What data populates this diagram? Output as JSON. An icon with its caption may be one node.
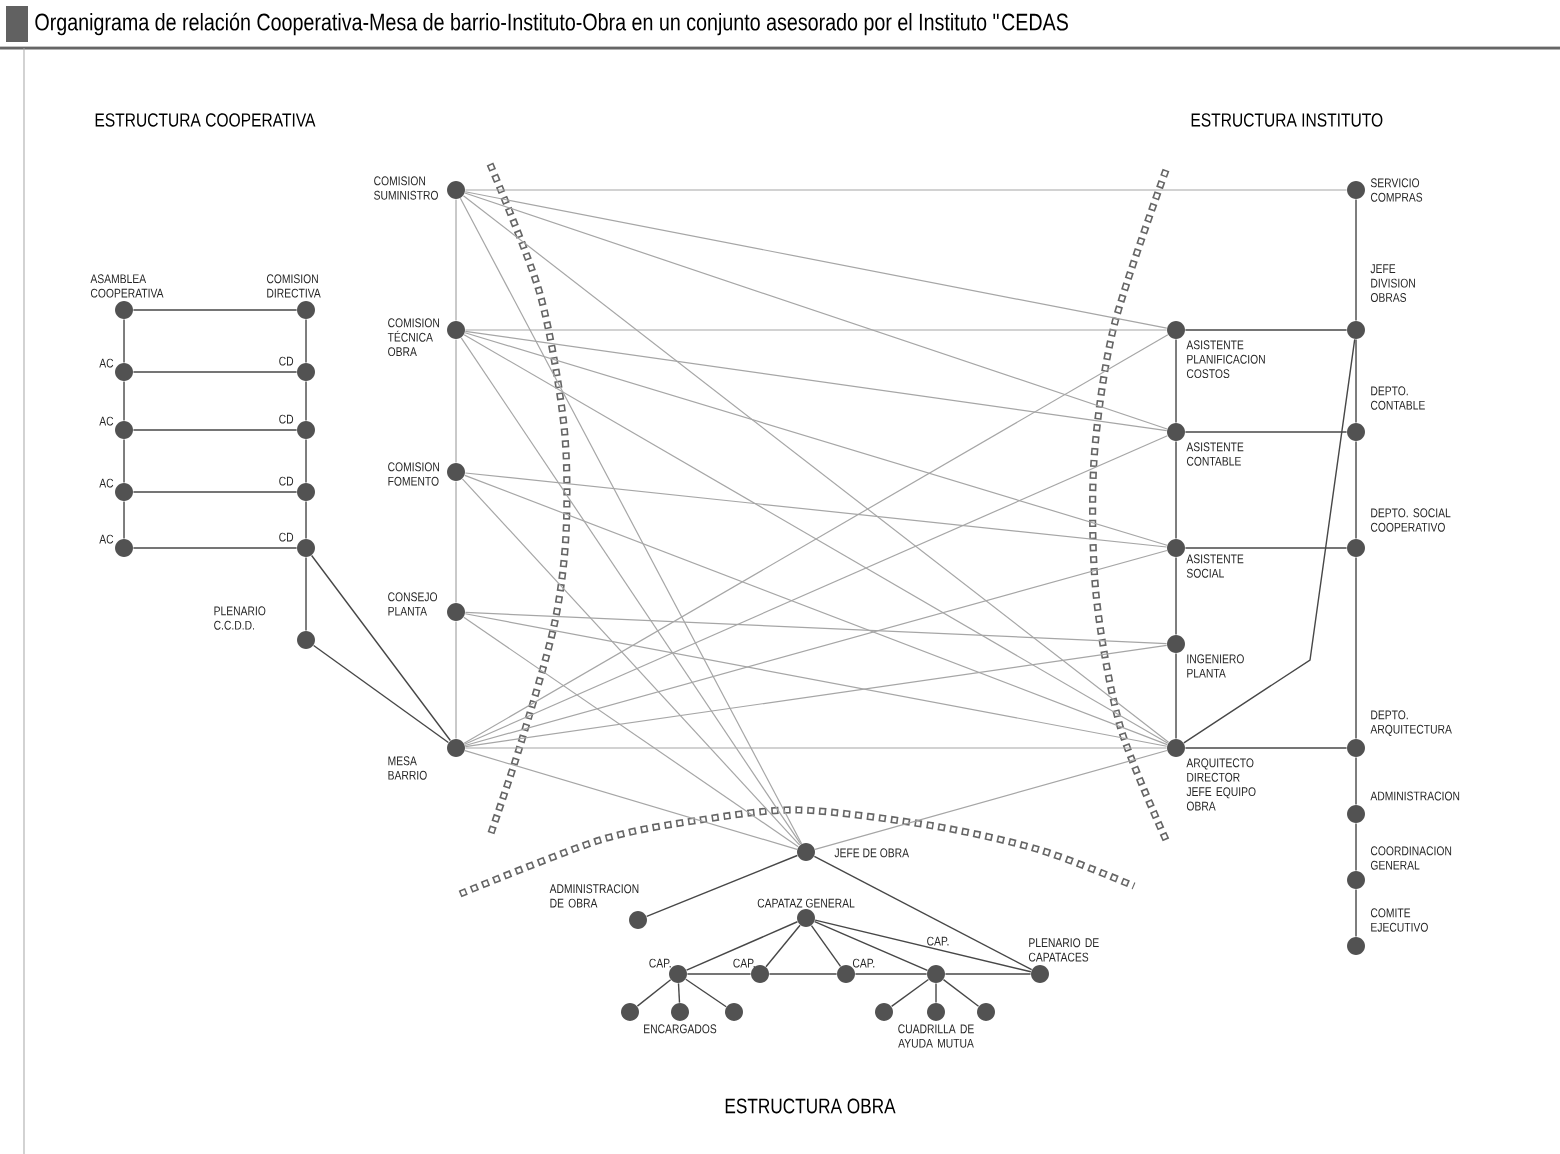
{
  "diagram": {
    "title": "Organigrama de relación Cooperativa-Mesa de barrio-Instituto-Obra en un conjunto asesorado por el Instituto \"CEDAS",
    "nodes": [
      {
        "text": [
          "ASAMBLEA COOPERATIVA"
        ]
      },
      {
        "text": [
          "COMISION DIRECTIVA"
        ]
      },
      {
        "text": [
          "AC"
        ]
      },
      {
        "text": [
          "CD"
        ]
      },
      {
        "text": [
          "AC"
        ]
      },
      {
        "text": [
          "CD"
        ]
      },
      {
        "text": [
          "AC"
        ]
      },
      {
        "text": [
          "CD"
        ]
      },
      {
        "text": [
          "AC"
        ]
      },
      {
        "text": [
          "CD"
        ]
      },
      {
        "text": [
          "PLENARIO C.C.D.D."
        ]
      },
      {
        "text": [
          "COMISION SUMINISTRO"
        ]
      },
      {
        "text": [
          "COMISION TÉCNICA OBRA"
        ]
      },
      {
        "text": [
          "COMISION FOMENTO"
        ]
      },
      {
        "text": [
          "CONSEJO PLANTA"
        ]
      },
      {
        "text": [
          "MESA BARRIO"
        ]
      },
      {
        "text": [
          "ASISTENTE PLANIFICACION COSTOS"
        ]
      },
      {
        "text": [
          "ASISTENTE CONTABLE"
        ]
      },
      {
        "text": [
          "ASISTENTE SOCIAL"
        ]
      },
      {
        "text": [
          "INGENIERO PLANTA"
        ]
      },
      {
        "text": [
          "ARQUITECTO DIRECTOR JEFE EQUIPO OBRA"
        ]
      },
      {
        "text": [
          "SERVICIO COMPRAS"
        ]
      },
      {
        "text": [
          "JEFE DIVISION OBRAS"
        ]
      },
      {
        "text": [
          "DEPTO. CONTABLE"
        ]
      },
      {
        "text": [
          "DEPTO. SOCIAL COOPERATIVO"
        ]
      },
      {
        "text": [
          "DEPTO. ARQUITECTURA"
        ]
      },
      {
        "text": [
          "ADMINISTRACION"
        ]
      },
      {
        "text": [
          "COORDINACION GENERAL"
        ]
      },
      {
        "text": [
          "COMITE EJECUTIVO"
        ]
      },
      {
        "text": [
          "JEFE DE OBRA"
        ]
      },
      {
        "text": [
          "ADMINISTRACION DE OBRA"
        ]
      },
      {
        "text": [
          "CAPATAZ GENERAL"
        ]
      },
      {
        "text": [
          "CAP."
        ]
      },
      {
        "text": [
          "CAP."
        ]
      },
      {
        "text": [
          "CAP."
        ]
      },
      {
        "text": [
          "CAP."
        ]
      },
      {
        "text": [
          "PLENARIO DE CAPATACES"
        ]
      },
      {
        "text": [],
        "shape": "circle"
      },
      {
        "text": [],
        "shape": "circle",
        "beside": [
          "ENCARGADOS"
        ]
      },
      {
        "text": [],
        "shape": "circle"
      },
      {
        "text": [],
        "shape": "circle"
      },
      {
        "text": [],
        "shape": "circle",
        "beside": [
          "CUADRILLA DE AYUDA MUTUA"
        ]
      },
      {
        "text": [],
        "shape": "circle"
      }
    ],
    "edges": [
      {
        "from": 0,
        "to": 1,
        "arrow": "none"
      },
      {
        "from": 2,
        "to": 3,
        "arrow": "none"
      },
      {
        "from": 4,
        "to": 5,
        "arrow": "none"
      },
      {
        "from": 6,
        "to": 7,
        "arrow": "none"
      },
      {
        "from": 8,
        "to": 9,
        "arrow": "none"
      },
      {
        "from": 0,
        "to": 2,
        "arrow": "none"
      },
      {
        "from": 2,
        "to": 4,
        "arrow": "none"
      },
      {
        "from": 4,
        "to": 6,
        "arrow": "none"
      },
      {
        "from": 6,
        "to": 8,
        "arrow": "none"
      },
      {
        "from": 1,
        "to": 3,
        "arrow": "none"
      },
      {
        "from": 3,
        "to": 5,
        "arrow": "none"
      },
      {
        "from": 5,
        "to": 7,
        "arrow": "none"
      },
      {
        "from": 7,
        "to": 9,
        "arrow": "none"
      },
      {
        "from": 9,
        "to": 10,
        "arrow": "none"
      },
      {
        "from": 9,
        "to": 15,
        "arrow": "none"
      },
      {
        "from": 10,
        "to": 15,
        "arrow": "none"
      },
      {
        "from": 11,
        "to": 12,
        "arrow": "none",
        "color": "#a6a6a6"
      },
      {
        "from": 12,
        "to": 13,
        "arrow": "none",
        "color": "#a6a6a6"
      },
      {
        "from": 13,
        "to": 14,
        "arrow": "none",
        "color": "#a6a6a6"
      },
      {
        "from": 14,
        "to": 15,
        "arrow": "none",
        "color": "#a6a6a6"
      },
      {
        "from": 16,
        "to": 17,
        "arrow": "none"
      },
      {
        "from": 17,
        "to": 18,
        "arrow": "none"
      },
      {
        "from": 18,
        "to": 19,
        "arrow": "none"
      },
      {
        "from": 19,
        "to": 20,
        "arrow": "none"
      },
      {
        "from": 21,
        "to": 22,
        "arrow": "none"
      },
      {
        "from": 22,
        "to": 23,
        "arrow": "none"
      },
      {
        "from": 23,
        "to": 24,
        "arrow": "none"
      },
      {
        "from": 24,
        "to": 25,
        "arrow": "none"
      },
      {
        "from": 25,
        "to": 26,
        "arrow": "none"
      },
      {
        "from": 26,
        "to": 27,
        "arrow": "none"
      },
      {
        "from": 27,
        "to": 28,
        "arrow": "none"
      },
      {
        "from": 16,
        "to": 22,
        "arrow": "none"
      },
      {
        "from": 17,
        "to": 23,
        "arrow": "none"
      },
      {
        "from": 18,
        "to": 24,
        "arrow": "none"
      },
      {
        "from": 20,
        "to": 25,
        "arrow": "none"
      },
      {
        "from": 20,
        "to": 22,
        "arrow": "none"
      },
      {
        "from": 11,
        "to": 21,
        "arrow": "none",
        "color": "#a6a6a6"
      },
      {
        "from": 11,
        "to": 16,
        "arrow": "none",
        "color": "#a6a6a6"
      },
      {
        "from": 11,
        "to": 17,
        "arrow": "none",
        "color": "#a6a6a6"
      },
      {
        "from": 11,
        "to": 20,
        "arrow": "none",
        "color": "#a6a6a6"
      },
      {
        "from": 11,
        "to": 29,
        "arrow": "none",
        "color": "#a6a6a6"
      },
      {
        "from": 12,
        "to": 16,
        "arrow": "none",
        "color": "#a6a6a6"
      },
      {
        "from": 12,
        "to": 17,
        "arrow": "none",
        "color": "#a6a6a6"
      },
      {
        "from": 12,
        "to": 18,
        "arrow": "none",
        "color": "#a6a6a6"
      },
      {
        "from": 12,
        "to": 20,
        "arrow": "none",
        "color": "#a6a6a6"
      },
      {
        "from": 12,
        "to": 29,
        "arrow": "none",
        "color": "#a6a6a6"
      },
      {
        "from": 13,
        "to": 18,
        "arrow": "none",
        "color": "#a6a6a6"
      },
      {
        "from": 13,
        "to": 20,
        "arrow": "none",
        "color": "#a6a6a6"
      },
      {
        "from": 13,
        "to": 29,
        "arrow": "none",
        "color": "#a6a6a6"
      },
      {
        "from": 14,
        "to": 19,
        "arrow": "none",
        "color": "#a6a6a6"
      },
      {
        "from": 14,
        "to": 20,
        "arrow": "none",
        "color": "#a6a6a6"
      },
      {
        "from": 14,
        "to": 29,
        "arrow": "none",
        "color": "#a6a6a6"
      },
      {
        "from": 15,
        "to": 20,
        "arrow": "none",
        "color": "#a6a6a6"
      },
      {
        "from": 15,
        "to": 16,
        "arrow": "none",
        "color": "#a6a6a6"
      },
      {
        "from": 15,
        "to": 17,
        "arrow": "none",
        "color": "#a6a6a6"
      },
      {
        "from": 15,
        "to": 18,
        "arrow": "none",
        "color": "#a6a6a6"
      },
      {
        "from": 15,
        "to": 19,
        "arrow": "none",
        "color": "#a6a6a6"
      },
      {
        "from": 15,
        "to": 29,
        "arrow": "none",
        "color": "#a6a6a6"
      },
      {
        "from": 29,
        "to": 20,
        "arrow": "none",
        "color": "#a6a6a6"
      },
      {
        "from": 29,
        "to": 30,
        "arrow": "none"
      },
      {
        "from": 29,
        "to": 36,
        "arrow": "none"
      },
      {
        "from": 31,
        "to": 32,
        "arrow": "none"
      },
      {
        "from": 31,
        "to": 33,
        "arrow": "none"
      },
      {
        "from": 31,
        "to": 34,
        "arrow": "none"
      },
      {
        "from": 31,
        "to": 35,
        "arrow": "none"
      },
      {
        "from": 31,
        "to": 36,
        "arrow": "none"
      },
      {
        "from": 32,
        "to": 33,
        "arrow": "none"
      },
      {
        "from": 33,
        "to": 34,
        "arrow": "none"
      },
      {
        "from": 34,
        "to": 35,
        "arrow": "none"
      },
      {
        "from": 35,
        "to": 36,
        "arrow": "none"
      },
      {
        "from": 32,
        "to": 37,
        "arrow": "none"
      },
      {
        "from": 32,
        "to": 38,
        "arrow": "none"
      },
      {
        "from": 32,
        "to": 39,
        "arrow": "none"
      },
      {
        "from": 35,
        "to": 40,
        "arrow": "none"
      },
      {
        "from": 35,
        "to": 41,
        "arrow": "none"
      },
      {
        "from": 35,
        "to": 42,
        "arrow": "none"
      }
    ],
    "labels": [
      "ESTRUCTURA COOPERATIVA",
      "ESTRUCTURA INSTITUTO",
      "ESTRUCTURA OBRA"
    ]
  }
}
